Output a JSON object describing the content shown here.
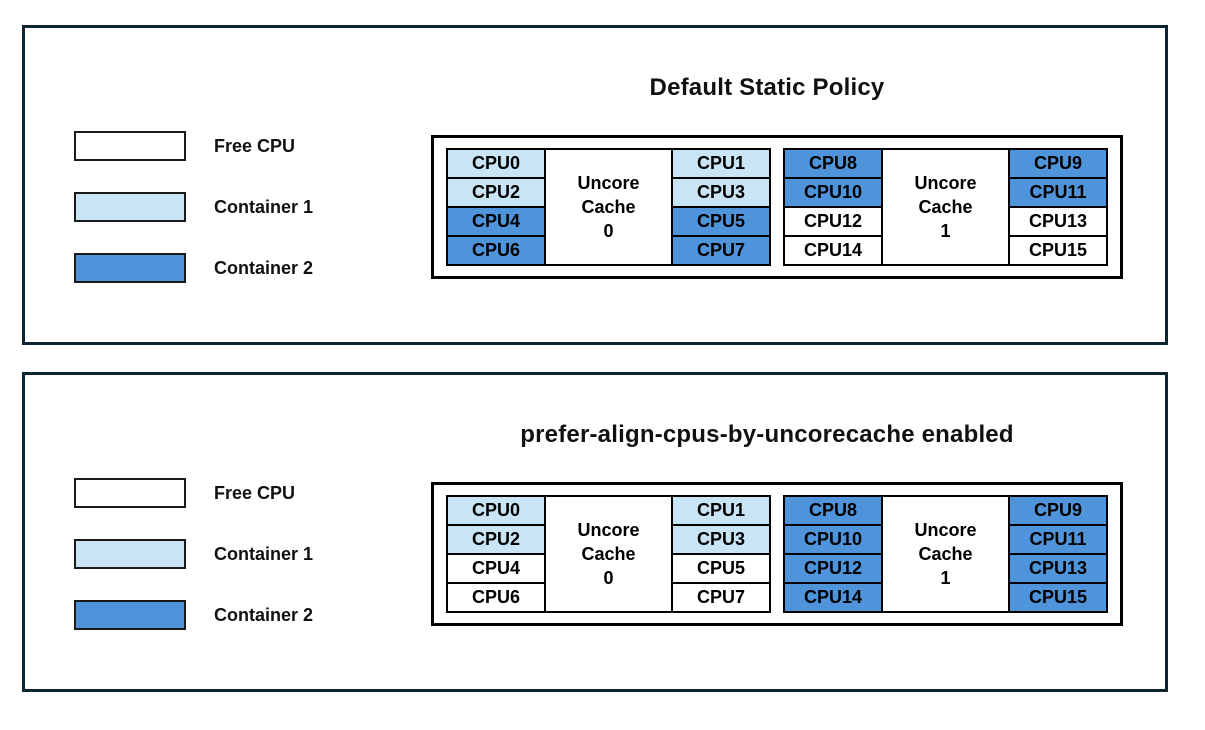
{
  "colors": {
    "free": "#ffffff",
    "container1": "#c9e5f5",
    "container2": "#4f94da",
    "cache": "#d6d6d6",
    "panel_border": "#0d2433",
    "cell_border": "#000000",
    "text": "#111111"
  },
  "panels": [
    {
      "title": "Default Static Policy",
      "legend": [
        {
          "label": "Free CPU",
          "type": "free"
        },
        {
          "label": "Container 1",
          "type": "container1"
        },
        {
          "label": "Container 2",
          "type": "container2"
        }
      ],
      "groups": [
        {
          "cache_label": "Uncore\nCache\n0",
          "left": [
            {
              "label": "CPU0",
              "type": "container1"
            },
            {
              "label": "CPU2",
              "type": "container1"
            },
            {
              "label": "CPU4",
              "type": "container2"
            },
            {
              "label": "CPU6",
              "type": "container2"
            }
          ],
          "right": [
            {
              "label": "CPU1",
              "type": "container1"
            },
            {
              "label": "CPU3",
              "type": "container1"
            },
            {
              "label": "CPU5",
              "type": "container2"
            },
            {
              "label": "CPU7",
              "type": "container2"
            }
          ]
        },
        {
          "cache_label": "Uncore\nCache\n1",
          "left": [
            {
              "label": "CPU8",
              "type": "container2"
            },
            {
              "label": "CPU10",
              "type": "container2"
            },
            {
              "label": "CPU12",
              "type": "free"
            },
            {
              "label": "CPU14",
              "type": "free"
            }
          ],
          "right": [
            {
              "label": "CPU9",
              "type": "container2"
            },
            {
              "label": "CPU11",
              "type": "container2"
            },
            {
              "label": "CPU13",
              "type": "free"
            },
            {
              "label": "CPU15",
              "type": "free"
            }
          ]
        }
      ]
    },
    {
      "title": "prefer-align-cpus-by-uncorecache enabled",
      "legend": [
        {
          "label": "Free CPU",
          "type": "free"
        },
        {
          "label": "Container 1",
          "type": "container1"
        },
        {
          "label": "Container 2",
          "type": "container2"
        }
      ],
      "groups": [
        {
          "cache_label": "Uncore\nCache\n0",
          "left": [
            {
              "label": "CPU0",
              "type": "container1"
            },
            {
              "label": "CPU2",
              "type": "container1"
            },
            {
              "label": "CPU4",
              "type": "free"
            },
            {
              "label": "CPU6",
              "type": "free"
            }
          ],
          "right": [
            {
              "label": "CPU1",
              "type": "container1"
            },
            {
              "label": "CPU3",
              "type": "container1"
            },
            {
              "label": "CPU5",
              "type": "free"
            },
            {
              "label": "CPU7",
              "type": "free"
            }
          ]
        },
        {
          "cache_label": "Uncore\nCache\n1",
          "left": [
            {
              "label": "CPU8",
              "type": "container2"
            },
            {
              "label": "CPU10",
              "type": "container2"
            },
            {
              "label": "CPU12",
              "type": "container2"
            },
            {
              "label": "CPU14",
              "type": "container2"
            }
          ],
          "right": [
            {
              "label": "CPU9",
              "type": "container2"
            },
            {
              "label": "CPU11",
              "type": "container2"
            },
            {
              "label": "CPU13",
              "type": "container2"
            },
            {
              "label": "CPU15",
              "type": "container2"
            }
          ]
        }
      ]
    }
  ]
}
